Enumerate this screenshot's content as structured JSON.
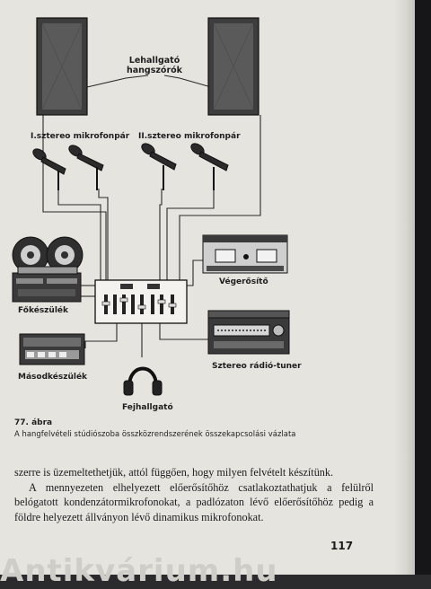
{
  "diagram": {
    "speakers_label": [
      "Lehallgató",
      "hangszórók"
    ],
    "mic_pair_1": "I.sztereo mikrofonpár",
    "mic_pair_2": "II.sztereo mikrofonpár",
    "main_deck": "Főkészülék",
    "second_deck": "Másodkészülék",
    "headphones": "Fejhallgató",
    "power_amp": "Végerősítő",
    "tuner": "Sztereo rádió-tuner"
  },
  "figure": {
    "number": "77. ábra",
    "caption": "A hangfelvételi stúdiószoba összközrendszerének összekapcsolási vázlata"
  },
  "body": {
    "paragraph_1": "szerre is üzemeltethetjük, attól függően, hogy milyen felvételt készítünk.",
    "paragraph_2": "A mennyezeten elhelyezett előerősítőhöz csatlakoztathatjuk a felülről belógatott kondenzátormikrofonokat, a padlózaton lévő előerősítőhöz pedig a földre helyezett állványon lévő dinamikus mikrofonokat."
  },
  "page_number": "117",
  "watermark": "Antikvárium.hu"
}
